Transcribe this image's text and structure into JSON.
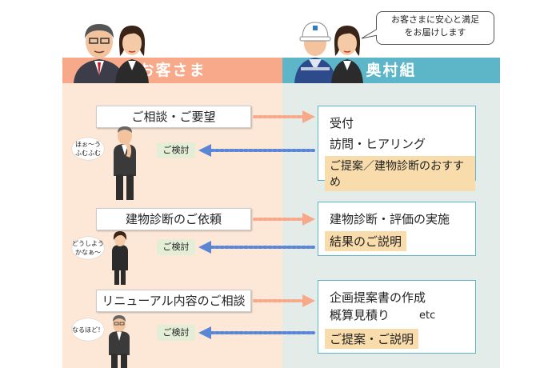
{
  "speech_bubble": "お客さまに安心と満足をお届けします",
  "headers": {
    "customer": "お客さま",
    "company": "奥村組"
  },
  "steps": [
    {
      "customer_request": "ご相談・ご要望",
      "thought": "ほぉ〜う ふむふむ",
      "feedback": "ご検討",
      "company_lines": [
        "受付",
        "訪問・ヒアリング"
      ],
      "company_highlight": "ご提案／建物診断のおすすめ"
    },
    {
      "customer_request": "建物診断のご依頼",
      "thought": "どうしよう かなぁ〜",
      "feedback": "ご検討",
      "company_lines": [
        "建物診断・評価の実施"
      ],
      "company_highlight": "結果のご説明"
    },
    {
      "customer_request": "リニューアル内容のご相談",
      "thought": "なるほど！",
      "feedback": "ご検討",
      "company_lines": [
        "企画提案書の作成",
        "概算見積り"
      ],
      "company_extra": "etc",
      "company_highlight": "ご提案・ご説明"
    }
  ],
  "colors": {
    "customer_header": "#f7a98a",
    "company_header": "#5cb6c8",
    "customer_bg": "#fde8d8",
    "company_bg": "#e3ece8",
    "request_arrow": "#f7a98a",
    "feedback_arrow": "#5b86d6",
    "highlight": "#f9dcab"
  },
  "icons": [
    "businessman-glasses-icon",
    "businesswoman-icon",
    "construction-worker-helmet-icon",
    "businesswoman-icon",
    "thinking-businessman-icon",
    "thinking-businesswoman-icon",
    "nodding-businessman-icon"
  ]
}
